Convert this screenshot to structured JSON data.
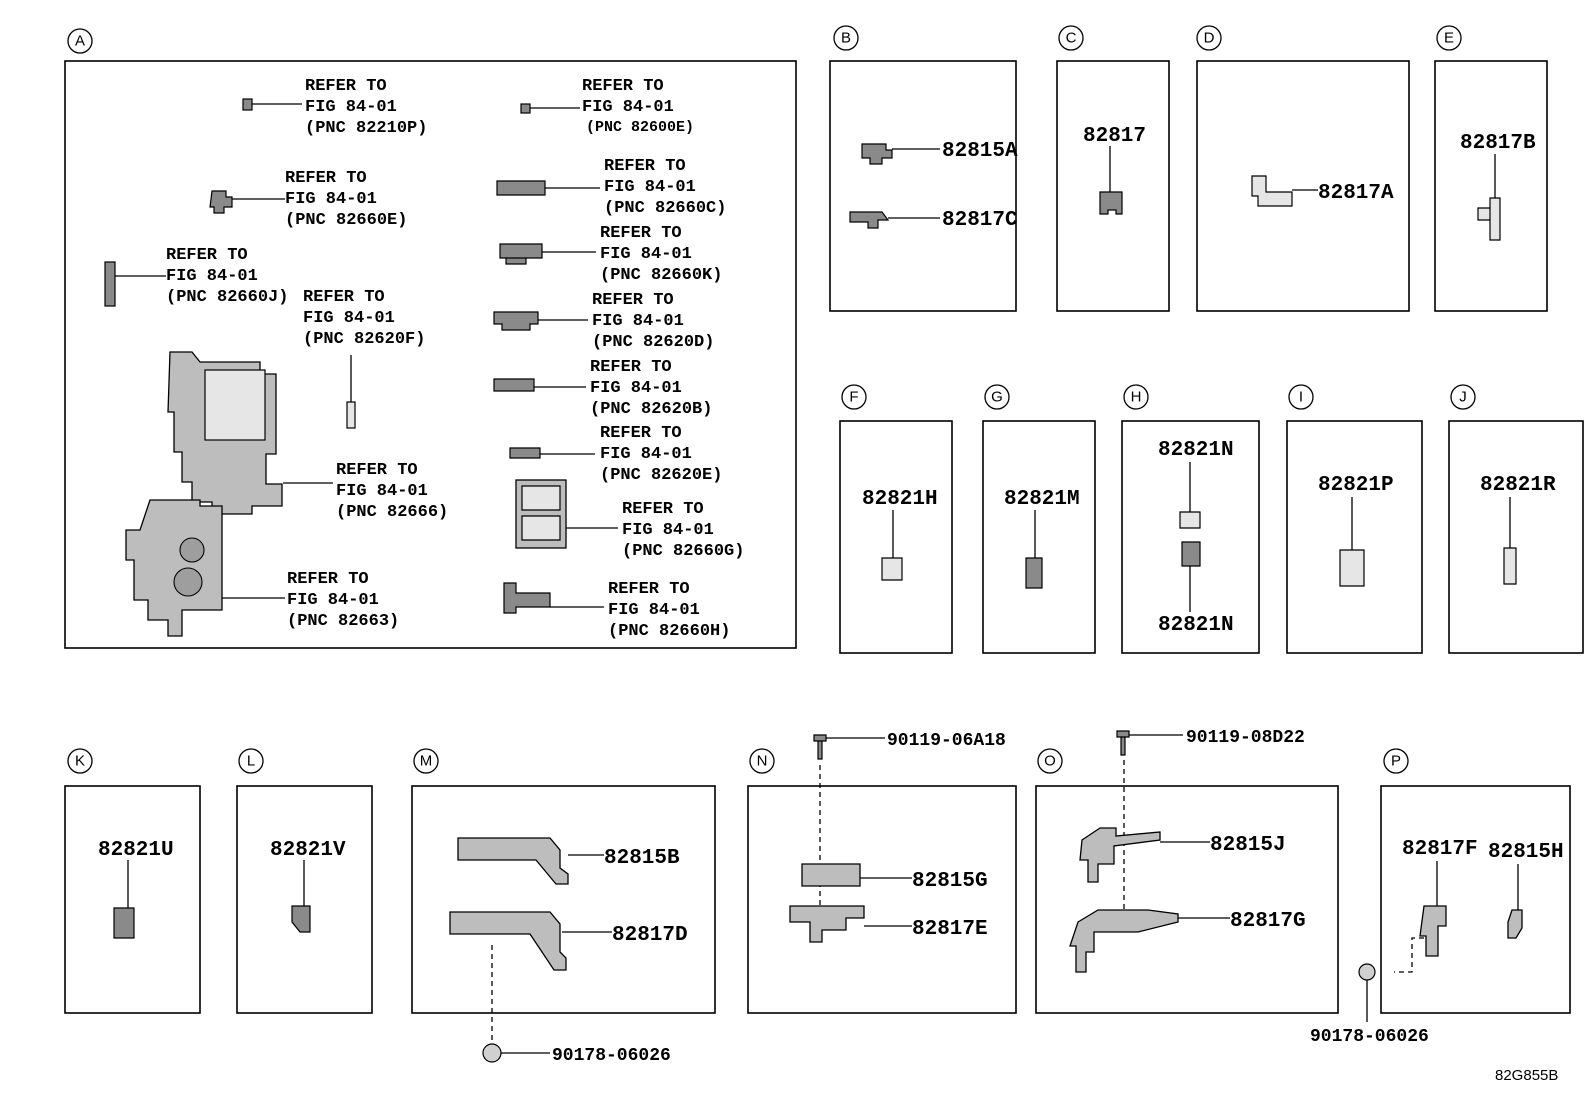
{
  "diagram_code": "82G855B",
  "sections": {
    "A": {
      "letter": "A",
      "refs": [
        {
          "l1": "REFER TO",
          "l2": "FIG 84-01",
          "l3": "(PNC 82210P)"
        },
        {
          "l1": "REFER TO",
          "l2": "FIG 84-01",
          "l3": "(PNC 82600E)"
        },
        {
          "l1": "REFER TO",
          "l2": "FIG 84-01",
          "l3": "(PNC 82660E)"
        },
        {
          "l1": "REFER TO",
          "l2": "FIG 84-01",
          "l3": "(PNC 82660C)"
        },
        {
          "l1": "REFER TO",
          "l2": "FIG 84-01",
          "l3": "(PNC 82660K)"
        },
        {
          "l1": "REFER TO",
          "l2": "FIG 84-01",
          "l3": "(PNC 82660J)"
        },
        {
          "l1": "REFER TO",
          "l2": "FIG 84-01",
          "l3": "(PNC 82620F)"
        },
        {
          "l1": "REFER TO",
          "l2": "FIG 84-01",
          "l3": "(PNC 82620D)"
        },
        {
          "l1": "REFER TO",
          "l2": "FIG 84-01",
          "l3": "(PNC 82620B)"
        },
        {
          "l1": "REFER TO",
          "l2": "FIG 84-01",
          "l3": "(PNC 82620E)"
        },
        {
          "l1": "REFER TO",
          "l2": "FIG 84-01",
          "l3": "(PNC 82666)"
        },
        {
          "l1": "REFER TO",
          "l2": "FIG 84-01",
          "l3": "(PNC 82660G)"
        },
        {
          "l1": "REFER TO",
          "l2": "FIG 84-01",
          "l3": "(PNC 82663)"
        },
        {
          "l1": "REFER TO",
          "l2": "FIG 84-01",
          "l3": "(PNC 82660H)"
        }
      ]
    },
    "B": {
      "letter": "B",
      "parts": [
        "82815A",
        "82817C"
      ]
    },
    "C": {
      "letter": "C",
      "parts": [
        "82817"
      ]
    },
    "D": {
      "letter": "D",
      "parts": [
        "82817A"
      ]
    },
    "E": {
      "letter": "E",
      "parts": [
        "82817B"
      ]
    },
    "F": {
      "letter": "F",
      "parts": [
        "82821H"
      ]
    },
    "G": {
      "letter": "G",
      "parts": [
        "82821M"
      ]
    },
    "H": {
      "letter": "H",
      "parts": [
        "82821N",
        "82821N"
      ]
    },
    "I": {
      "letter": "I",
      "parts": [
        "82821P"
      ]
    },
    "J": {
      "letter": "J",
      "parts": [
        "82821R"
      ]
    },
    "K": {
      "letter": "K",
      "parts": [
        "82821U"
      ]
    },
    "L": {
      "letter": "L",
      "parts": [
        "82821V"
      ]
    },
    "M": {
      "letter": "M",
      "parts": [
        "82815B",
        "82817D"
      ],
      "fastener": "90178-06026"
    },
    "N": {
      "letter": "N",
      "parts": [
        "82815G",
        "82817E"
      ],
      "fastener": "90119-06A18"
    },
    "O": {
      "letter": "O",
      "parts": [
        "82815J",
        "82817G"
      ],
      "fastener": "90119-08D22"
    },
    "P": {
      "letter": "P",
      "parts": [
        "82817F",
        "82815H"
      ],
      "fastener": "90178-06026"
    }
  }
}
